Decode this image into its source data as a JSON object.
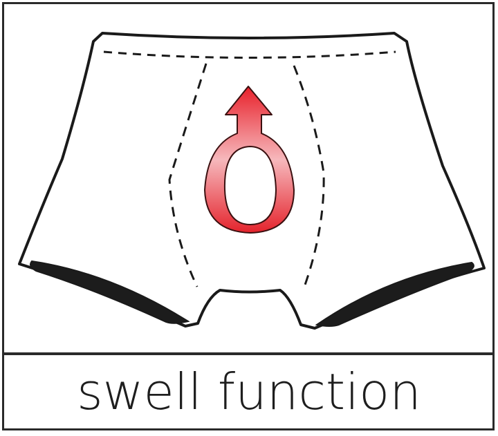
{
  "caption": {
    "text": "swell function"
  },
  "illustration": {
    "subject": "boxer-briefs",
    "symbol": "male-symbol",
    "colors": {
      "outline": "#1a1a1a",
      "fabric": "#ffffff",
      "leg_bands": "#1c1c1c",
      "symbol_dark": "#e8202a",
      "symbol_light": "#f6b8bc",
      "frame": "#2a2a2a"
    }
  }
}
